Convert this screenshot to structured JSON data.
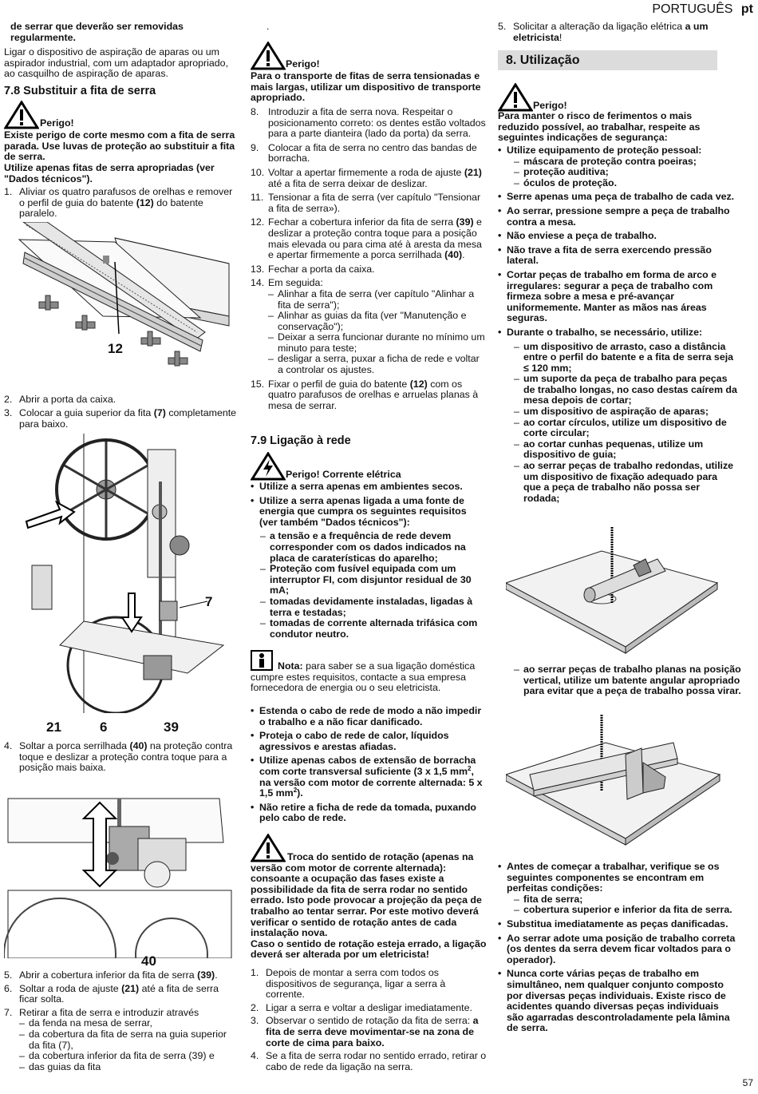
{
  "header": {
    "language": "PORTUGUÊS",
    "lang_code": "pt"
  },
  "page_number": "57",
  "col1": {
    "intro_bold": "de serrar que deverão ser removidas regularmente.",
    "intro_text": "Ligar o dispositivo de aspiração de aparas ou um aspirador industrial, com um adaptador apropriado, ao casquilho de aspiração de aparas.",
    "section_7_8": "7.8  Substituir a fita de serra",
    "warning_title": "Perigo!",
    "warning_lines": [
      "Existe perigo de corte mesmo com a fita de serra parada. Use luvas de proteção ao substituir a fita de serra.",
      "Utilize apenas fitas de serra apropriadas (ver \"Dados técnicos\")."
    ],
    "step1": {
      "n": "1.",
      "a": "Aliviar os quatro parafusos de orelhas e remover o perfil de guia do batente ",
      "ref": "(12)",
      "b": " do batente paralelo."
    },
    "fig1_label": "12",
    "step2": {
      "n": "2.",
      "t": "Abrir a porta da caixa."
    },
    "step3": {
      "n": "3.",
      "a": "Colocar a guia superior da fita ",
      "ref": "(7)",
      "b": " completamente para baixo."
    },
    "fig2_labels": {
      "a": "7",
      "b": "21",
      "c": "6",
      "d": "39"
    },
    "step4": {
      "n": "4.",
      "a": "Soltar a porca serrilhada ",
      "ref": "(40)",
      "b": " na proteção contra toque e deslizar a proteção contra toque para a posição mais baixa."
    },
    "fig3_label": "40",
    "step5": {
      "n": "5.",
      "a": "Abrir a cobertura inferior da fita de serra ",
      "ref": "(39)",
      "b": "."
    },
    "step6": {
      "n": "6.",
      "a": "Soltar a roda de ajuste ",
      "ref": "(21)",
      "b": " até a fita de serra ficar solta."
    },
    "step7": {
      "n": "7.",
      "t": "Retirar a fita de serra e introduzir através"
    },
    "step7_items": [
      "da fenda na mesa de serrar,",
      "da cobertura da fita de serra na guia superior da fita (7),",
      "da cobertura inferior da fita de serra (39) e",
      "das guias da fita"
    ]
  },
  "col2": {
    "dot": ".",
    "warning_title": "Perigo!",
    "warning_text": "Para o transporte de fitas de serra tensionadas e mais largas, utilizar um dispositivo de transporte apropriado.",
    "steps": [
      {
        "n": "8.",
        "t": "Introduzir a fita de serra nova. Respeitar o posicionamento correto: os dentes estão voltados para a parte dianteira (lado da porta) da serra."
      },
      {
        "n": "9.",
        "t": "Colocar a fita de serra no centro das bandas de borracha."
      },
      {
        "n": "10.",
        "a": "Voltar a apertar firmemente a roda de ajuste ",
        "ref": "(21)",
        "b": " até a fita de serra deixar de deslizar."
      },
      {
        "n": "11.",
        "t": "Tensionar a fita de serra (ver capítulo \"Tensionar a fita de serra»)."
      },
      {
        "n": "12.",
        "a": "Fechar a cobertura inferior da fita de serra ",
        "ref": "(39)",
        "b": " e deslizar a proteção contra toque para a posição mais elevada ou para cima até à aresta da mesa e apertar firmemente a porca serrilhada ",
        "ref2": "(40)",
        "c": "."
      },
      {
        "n": "13.",
        "t": "Fechar a porta da caixa."
      },
      {
        "n": "14.",
        "t": "Em seguida:"
      }
    ],
    "step14_items": [
      "Alinhar a fita de serra (ver capítulo \"Alinhar a fita de serra\");",
      "Alinhar as guias da fita (ver \"Manutenção e conservação\");",
      "Deixar a serra funcionar durante no mínimo um minuto para teste;",
      "desligar a serra, puxar a ficha de rede e voltar a controlar os ajustes."
    ],
    "step15": {
      "n": "15.",
      "a": "Fixar o perfil de guia do batente ",
      "ref": "(12)",
      "b": " com os quatro parafusos de orelhas e arruelas planas à mesa de serrar."
    },
    "section_7_9": "7.9  Ligação à rede",
    "electric_warning": "Perigo! Corrente elétrica",
    "bullets1": [
      "Utilize a serra apenas em ambientes secos.",
      "Utilize a serra apenas ligada a uma fonte de energia que cumpra os seguintes requisitos (ver também \"Dados técnicos\"):"
    ],
    "requirements": [
      "a tensão e a frequência de rede devem corresponder com os dados indicados na placa de caraterísticas do aparelho;",
      "Proteção com fusível equipada com um interruptor FI, com disjuntor residual de 30 mA;",
      "tomadas devidamente instaladas, ligadas à terra e testadas;",
      "tomadas de corrente alternada trifásica com condutor neutro."
    ],
    "note_label": "Nota:",
    "note_text": " para saber se a sua ligação doméstica cumpre estes requisitos, contacte a sua empresa fornecedora de energia ou o seu eletricista.",
    "bullets2": [
      "Estenda o cabo de rede de modo a não impedir o trabalho e a não ficar danificado.",
      "Proteja o cabo de rede de calor, líquidos agressivos e arestas afiadas."
    ],
    "cable_bullet": {
      "a": "Utilize apenas cabos de extensão de borracha com corte transversal suficiente (3 x 1,5 mm",
      "sup": "2",
      "b": ", na versão com motor de corrente alternada: 5 x 1,5 mm",
      "sup2": "2",
      "c": ")."
    },
    "bullet_last": "Não retire a ficha de rede da tomada, puxando pelo cabo de rede.",
    "rotation_title": "Troca do sentido de rotação (apenas na versão com motor de corrente alternada):",
    "rotation_text": "consoante a ocupação das fases existe a possibilidade da fita de serra rodar no sentido errado. Isto pode provocar a projeção da peça de trabalho ao tentar serrar. Por este motivo deverá verificar o sentido de rotação antes de cada instalação nova.",
    "rotation_text2": "Caso o sentido de rotação esteja errado, a ligação deverá ser alterada por um eletricista!",
    "rot_steps": [
      {
        "n": "1.",
        "t": "Depois de montar a serra com todos os dispositivos de segurança, ligar a serra à corrente."
      },
      {
        "n": "2.",
        "t": "Ligar a serra e voltar a desligar imediatamente."
      },
      {
        "n": "3.",
        "a": "Observar o sentido de rotação da fita de serra: ",
        "bold": "a fita de serra deve movimentar-se na zona de corte de cima para baixo."
      },
      {
        "n": "4.",
        "t": "Se a fita de serra rodar no sentido errado, retirar o cabo de rede da ligação na serra."
      }
    ]
  },
  "col3": {
    "step5": {
      "n": "5.",
      "a": "Solicitar a alteração da ligação elétrica ",
      "bold": "a um eletricista",
      "b": "!"
    },
    "section_8": "8.  Utilização",
    "warning_title": "Perigo!",
    "warning_text": "Para manter o risco de ferimentos o mais reduzido possível, ao trabalhar, respeite as seguintes indicações de segurança:",
    "bullet_ppe": "Utilize equipamento de proteção pessoal:",
    "ppe_items": [
      "máscara de proteção contra poeiras;",
      "proteção auditiva;",
      "óculos de proteção."
    ],
    "bullets": [
      "Serre apenas uma peça de trabalho de cada vez.",
      "Ao serrar, pressione sempre a peça de trabalho contra a mesa.",
      "Não enviese a peça de trabalho.",
      "Não trave a fita de serra exercendo pressão lateral.",
      "Cortar peças de trabalho em forma de arco e irregulares: segurar a peça de trabalho com firmeza sobre a mesa e pré-avançar uniformemente. Manter as mãos nas áreas seguras.",
      "Durante o trabalho, se necessário, utilize:"
    ],
    "use_items": [
      "um dispositivo de arrasto, caso a distância entre o perfil do batente e a fita de serra seja ≤ 120 mm;",
      "um suporte da peça de trabalho para peças de trabalho longas, no caso destas caírem da mesa depois de cortar;",
      "um dispositivo de aspiração de aparas;",
      "ao cortar círculos, utilize um dispositivo de corte circular;",
      "ao cortar cunhas pequenas, utilize um dispositivo de guia;",
      "ao serrar peças de trabalho redondas, utilize um dispositivo de fixação adequado para que a peça de trabalho não possa ser rodada;"
    ],
    "flat_item": "ao serrar peças de trabalho planas na posição vertical, utilize um batente angular apropriado para evitar que a peça de trabalho possa virar.",
    "check_bullet": "Antes de começar a trabalhar, verifique se os seguintes componentes se encontram em perfeitas condições:",
    "check_items": [
      "fita de serra;",
      "cobertura superior e inferior da fita de serra."
    ],
    "bullets_end": [
      "Substitua imediatamente as peças danificadas.",
      "Ao serrar adote uma posição de trabalho correta (os dentes da serra devem ficar voltados para o operador).",
      "Nunca corte várias peças de trabalho em simultâneo, nem qualquer conjunto composto por diversas peças individuais. Existe risco de acidentes quando diversas peças individuais são agarradas descontroladamente pela lâmina de serra."
    ]
  }
}
